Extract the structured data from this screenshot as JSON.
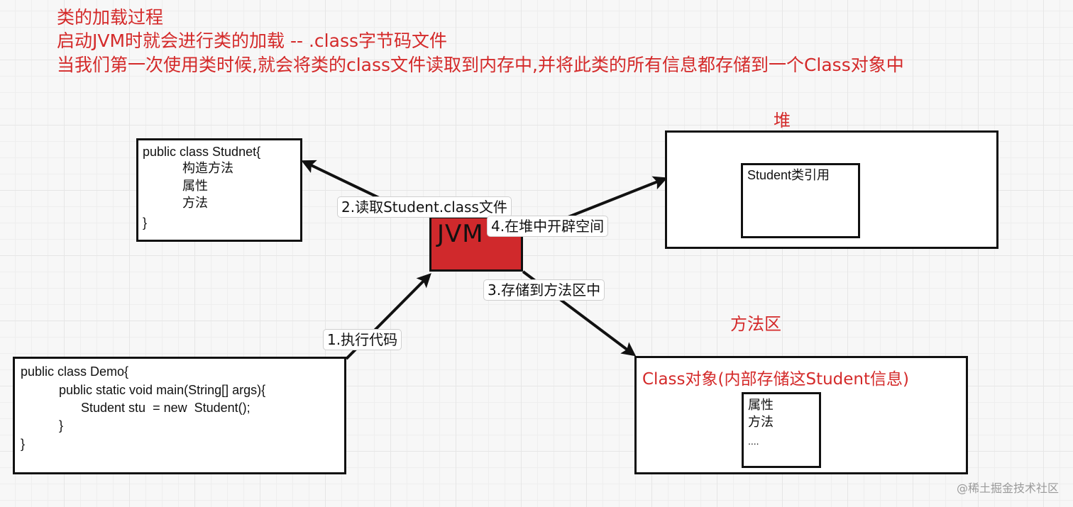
{
  "header": {
    "lines": [
      "类的加载过程",
      "启动JVM时就会进行类的加载 -- .class字节码文件",
      "当我们第一次使用类时候,就会将类的class文件读取到内存中,并将此类的所有信息都存储到一个Class对象中"
    ]
  },
  "student_class_box": {
    "lines": [
      "public class Studnet{",
      "构造方法",
      "属性",
      "方法",
      "}"
    ]
  },
  "demo_class_box": {
    "lines": [
      "public class Demo{",
      "public static void main(String[] args){",
      "Student stu  = new  Student();",
      "}",
      "}"
    ]
  },
  "jvm": {
    "label": "JVM",
    "color": "#d0292c"
  },
  "heap": {
    "title": "堆",
    "inner_label": "Student类引用"
  },
  "method_area": {
    "title": "方法区",
    "class_object_label": "Class对象(内部存储这Student信息)",
    "inner_lines": [
      "属性",
      "方法",
      "...."
    ]
  },
  "steps": [
    {
      "label": "1.执行代码"
    },
    {
      "label": "2.读取Student.class文件"
    },
    {
      "label": "3.存储到方法区中"
    },
    {
      "label": "4.在堆中开辟空间"
    }
  ],
  "watermark": "@稀土掘金技术社区",
  "colors": {
    "accent_red": "#d42a2a",
    "stroke": "#111111"
  }
}
